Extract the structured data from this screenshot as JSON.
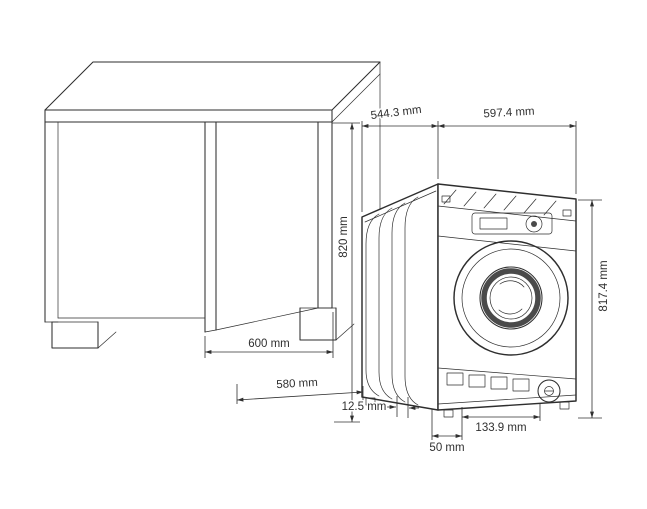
{
  "dimensions": {
    "machine_depth": "544.3 mm",
    "machine_width": "597.4 mm",
    "niche_height": "820 mm",
    "machine_height": "817.4 mm",
    "niche_width": "600 mm",
    "niche_depth": "580 mm",
    "rear_gap": "12.5 mm",
    "base_offset": "133.9 mm",
    "plinth_height": "50 mm"
  },
  "colors": {
    "line": "#2e2e2e",
    "dim": "#303030",
    "door_ring": "#4a4a4a",
    "background": "#ffffff"
  }
}
